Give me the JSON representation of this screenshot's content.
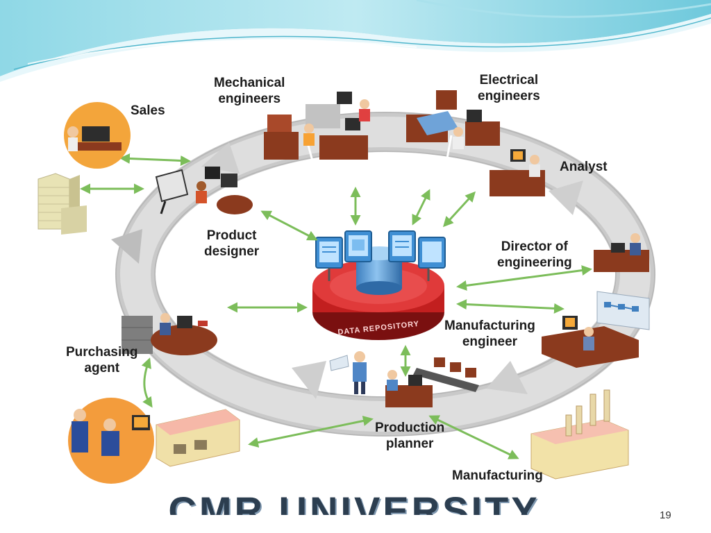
{
  "slide": {
    "page_number": "19",
    "footer_text": "CMR UNIVERSITY"
  },
  "diagram": {
    "hub_label": "DATA REPOSITORY",
    "nodes": [
      {
        "id": "sales",
        "lines": [
          "Sales"
        ]
      },
      {
        "id": "mechanical-engineers",
        "lines": [
          "Mechanical",
          "engineers"
        ]
      },
      {
        "id": "electrical-engineers",
        "lines": [
          "Electrical",
          "engineers"
        ]
      },
      {
        "id": "analyst",
        "lines": [
          "Analyst"
        ]
      },
      {
        "id": "director-of-engineering",
        "lines": [
          "Director of",
          "engineering"
        ]
      },
      {
        "id": "manufacturing-engineer",
        "lines": [
          "Manufacturing",
          "engineer"
        ]
      },
      {
        "id": "production-planner",
        "lines": [
          "Production",
          "planner"
        ]
      },
      {
        "id": "manufacturing",
        "lines": [
          "Manufacturing"
        ]
      },
      {
        "id": "purchasing-agent",
        "lines": [
          "Purchasing",
          "agent"
        ]
      },
      {
        "id": "product-designer",
        "lines": [
          "Product",
          "designer"
        ]
      }
    ]
  },
  "colors": {
    "accent_teal": "#5fc3d8",
    "ring_gray": "#cfcfcf",
    "arrow_green": "#7cbd5a",
    "hub_red": "#d42a2a",
    "cylinder_blue": "#5b9bd5",
    "desk_brown": "#8b3a1e"
  },
  "icons": [
    "building-icon",
    "office-worker-icon",
    "workstation-icon",
    "factory-icon",
    "warehouse-icon",
    "computer-monitor-icon",
    "filing-cabinet-icon",
    "conveyor-belt-icon",
    "standing-person-icon",
    "database-cylinder-icon"
  ]
}
